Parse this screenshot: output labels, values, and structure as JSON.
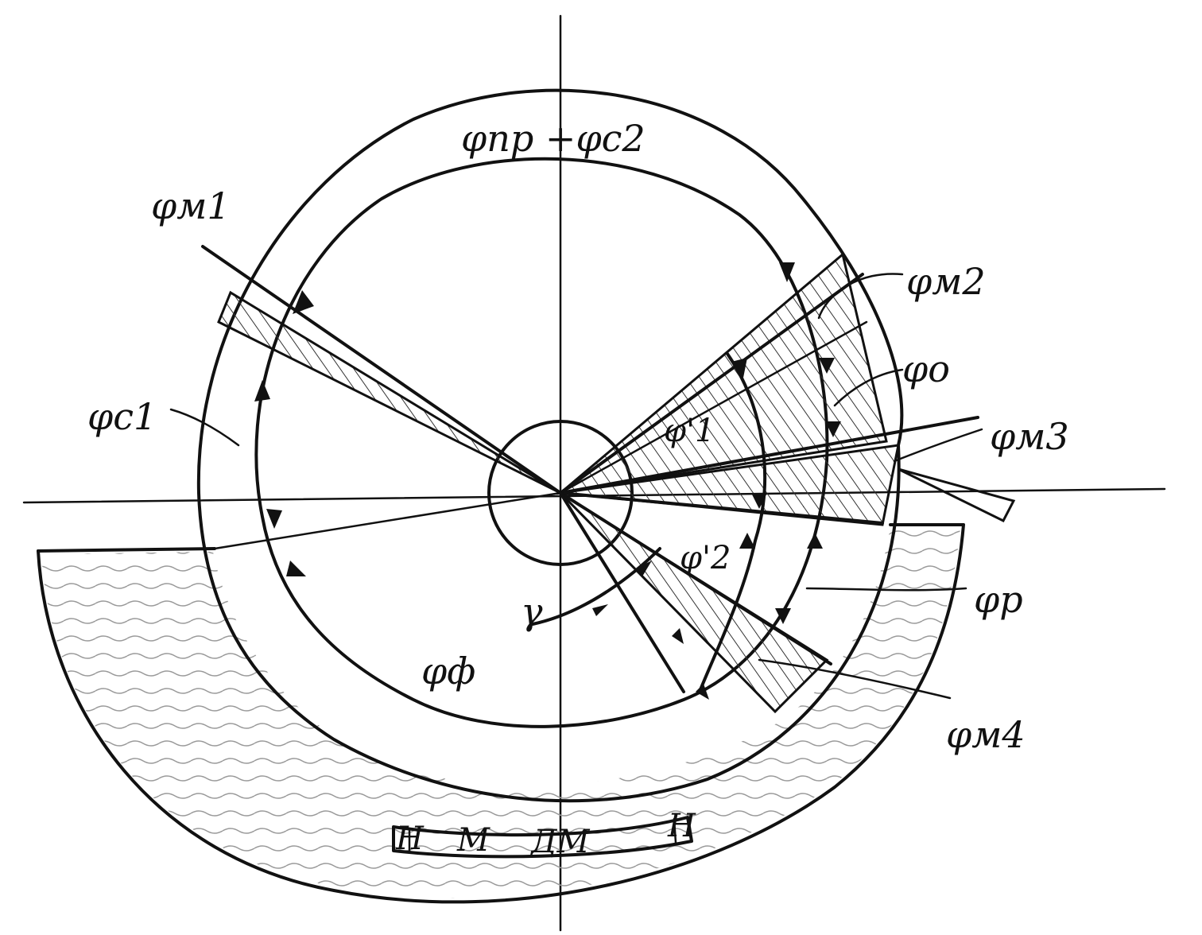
{
  "diagram": {
    "labels": {
      "top": "φпр +φс2",
      "m1": "φм1",
      "m2": "φм2",
      "m3": "φм3",
      "m4": "φм4",
      "c1": "φс1",
      "o": "φо",
      "p": "φр",
      "f": "φф",
      "phi1": "φ'1",
      "phi2": "φ'2",
      "gamma": "γ",
      "bottom_left": "Н",
      "bottom_mid": "М",
      "bottom_mid2": "ДМ",
      "bottom_right": "Н"
    }
  }
}
